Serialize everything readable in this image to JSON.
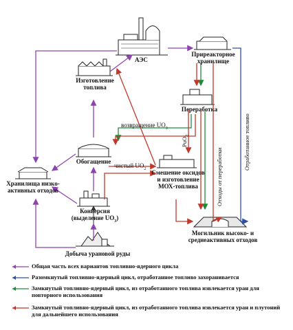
{
  "nodes": {
    "npp": "АЭС",
    "storage": "Приреакторное\nхранилище",
    "fuel_fab": "Изготовление\nтоплива",
    "reprocessing": "Переработка",
    "enrichment": "Обогащение",
    "mox": "Смешение оксидов\nи изготовление\nМОХ-топлива",
    "low_waste": "Хранилища низко-\nактивных отходов",
    "conversion": "Конверсия\n(выделение UO",
    "conversion_sub": "3",
    "conversion_end": ")",
    "repository": "Могильник высоко- и\nсреднеактивных отходов",
    "mining": "Добыча урановой руды"
  },
  "edge_labels": {
    "return_uo": "возвращение UO",
    "return_uo_sub": "3",
    "pure_uo": "чистый UO",
    "pure_uo_sub": "2",
    "puo": "PuO",
    "puo_sub": "2",
    "waste_reproc": "Отходы от переработки",
    "spent_fuel": "Отработанное топливо"
  },
  "legend": [
    {
      "color": "#8e44ad",
      "text": "Общая часть всех вариантов топливно-ядерного цикла"
    },
    {
      "color": "#2e4fa3",
      "text": "Разомкнутый топливно-ядерный цикл, отработанное топливо захоранивается"
    },
    {
      "color": "#1f8a3a",
      "text": "Замкнутый топливно-ядерный цикл, из отработанного топлива извлекается уран для повторного использования"
    },
    {
      "color": "#c0392b",
      "text": "Замкнутый топливно-ядерный цикл, из отработанного топлива извлекается уран и плутоний для дальнейшего использования"
    }
  ],
  "colors": {
    "common": "#8e44ad",
    "open": "#2e4fa3",
    "uranium": "#1f8a3a",
    "mox": "#c0392b",
    "neutral": "#333333"
  }
}
